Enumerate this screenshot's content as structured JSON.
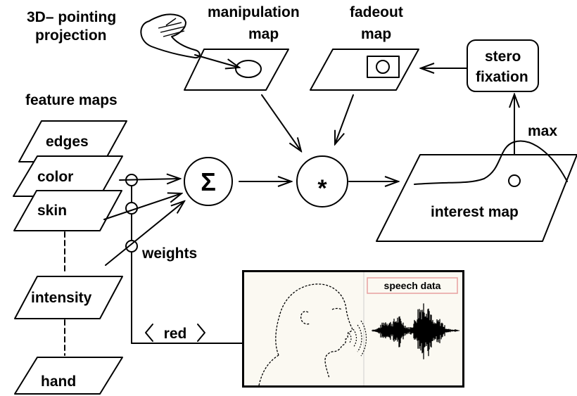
{
  "labels": {
    "pointing_line1": "3D– pointing",
    "pointing_line2": "projection",
    "manipulation_line1": "manipulation",
    "manipulation_line2": "map",
    "fadeout_line1": "fadeout",
    "fadeout_line2": "map",
    "stereo_line1": "stero",
    "stereo_line2": "fixation",
    "feature_maps": "feature maps",
    "max": "max",
    "interest_map": "interest map",
    "weights": "weights",
    "red": "red",
    "speech_data": "speech data",
    "sum_symbol": "Σ",
    "multiply_symbol": "*"
  },
  "feature_maps": [
    "edges",
    "color",
    "skin",
    "intensity",
    "hand"
  ],
  "colors": {
    "speech_label_border": "#e8a0a0",
    "speech_panel_bg": "#fbf9f2"
  }
}
